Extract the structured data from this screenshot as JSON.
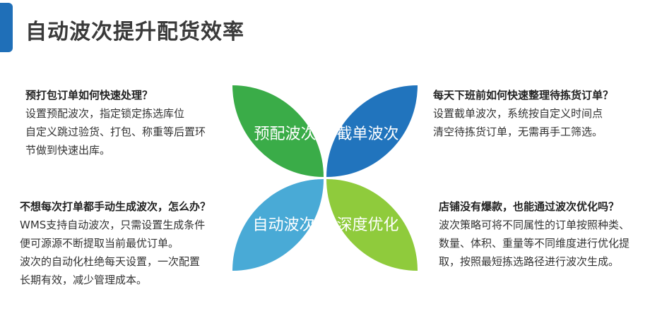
{
  "header": {
    "title": "自动波次提升配货效率",
    "accent_color": "#1f6fb8"
  },
  "petals": {
    "top_left": {
      "label": "预配波次",
      "color": "#3aac48"
    },
    "top_right": {
      "label": "截单波次",
      "color": "#2174bd"
    },
    "bottom_left": {
      "label": "自动波次",
      "color": "#49aad6"
    },
    "bottom_right": {
      "label": "深度优化",
      "color": "#8fcb3c"
    }
  },
  "blocks": {
    "top_left": {
      "question": "预打包订单如何快速处理？",
      "lines": [
        "设置预配波次，指定锁定拣选库位",
        "自定义跳过验货、打包、称重等后置环",
        "节做到快速出库。"
      ]
    },
    "bottom_left": {
      "question": "不想每次打单都手动生成波次，怎么办？",
      "lines": [
        "WMS支持自动波次，只需设置生成条件",
        "便可源源不断提取当前最优订单。",
        "波次的自动化杜绝每天设置，一次配置",
        "长期有效，减少管理成本。"
      ]
    },
    "top_right": {
      "question": "每天下班前如何快速整理待拣货订单？",
      "lines": [
        "设置截单波次，系统按自定义时间点",
        "清空待拣货订单，无需再手工筛选。"
      ]
    },
    "bottom_right": {
      "question": "店铺没有爆款，也能通过波次优化吗？",
      "lines": [
        "波次策略可将不同属性的订单按照种类、",
        "数量、体积、重量等不同维度进行优化提",
        "取，按照最短拣选路径进行波次生成。"
      ]
    }
  }
}
